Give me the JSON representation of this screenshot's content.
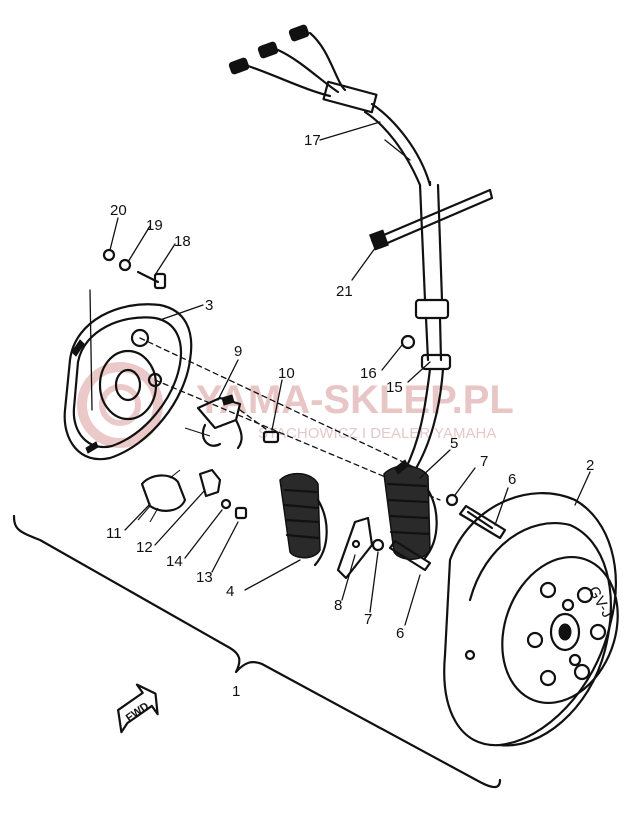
{
  "watermark": {
    "main": "YAMA-SKLEP.PL",
    "sub": "STACHOWICZ I DEALER YAMAHA"
  },
  "fwd_label": "FWD",
  "rotor_stamp": "GV-J",
  "callouts": [
    {
      "id": "20",
      "text": "20"
    },
    {
      "id": "19",
      "text": "19"
    },
    {
      "id": "18",
      "text": "18"
    },
    {
      "id": "3",
      "text": "3"
    },
    {
      "id": "17",
      "text": "17"
    },
    {
      "id": "21",
      "text": "21"
    },
    {
      "id": "16",
      "text": "16"
    },
    {
      "id": "15",
      "text": "15"
    },
    {
      "id": "9",
      "text": "9"
    },
    {
      "id": "10",
      "text": "10"
    },
    {
      "id": "5",
      "text": "5"
    },
    {
      "id": "7a",
      "text": "7"
    },
    {
      "id": "6a",
      "text": "6"
    },
    {
      "id": "2",
      "text": "2"
    },
    {
      "id": "11",
      "text": "11"
    },
    {
      "id": "12",
      "text": "12"
    },
    {
      "id": "14",
      "text": "14"
    },
    {
      "id": "13",
      "text": "13"
    },
    {
      "id": "4",
      "text": "4"
    },
    {
      "id": "8",
      "text": "8"
    },
    {
      "id": "7b",
      "text": "7"
    },
    {
      "id": "6b",
      "text": "6"
    },
    {
      "id": "1",
      "text": "1"
    }
  ],
  "colors": {
    "ink": "#111111",
    "watermark": "#e9c6c6"
  }
}
